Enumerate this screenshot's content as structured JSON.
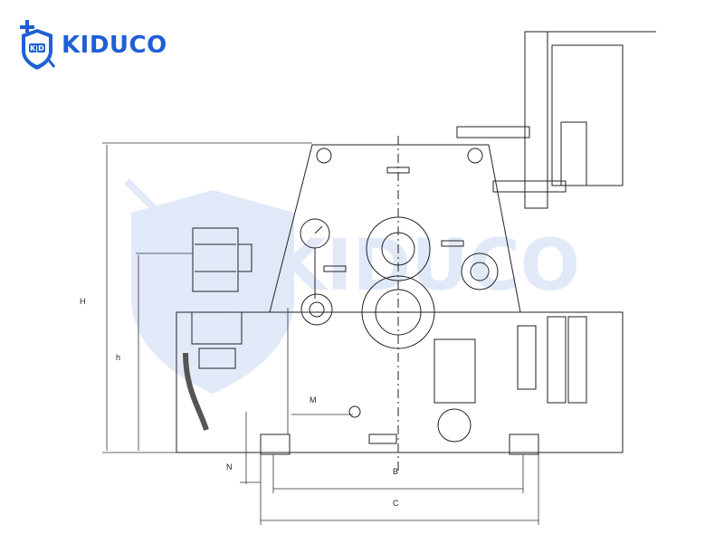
{
  "brand": {
    "name": "KIDUCO",
    "accent_color": "#1e5fd6",
    "shield_color": "#1e5fd6"
  },
  "watermark": {
    "text": "KIDUCO"
  },
  "drawing": {
    "line_color": "#222222",
    "dimension_labels": {
      "H": "H",
      "h": "h",
      "M": "M",
      "N": "N",
      "B": "B",
      "C": "C"
    }
  }
}
